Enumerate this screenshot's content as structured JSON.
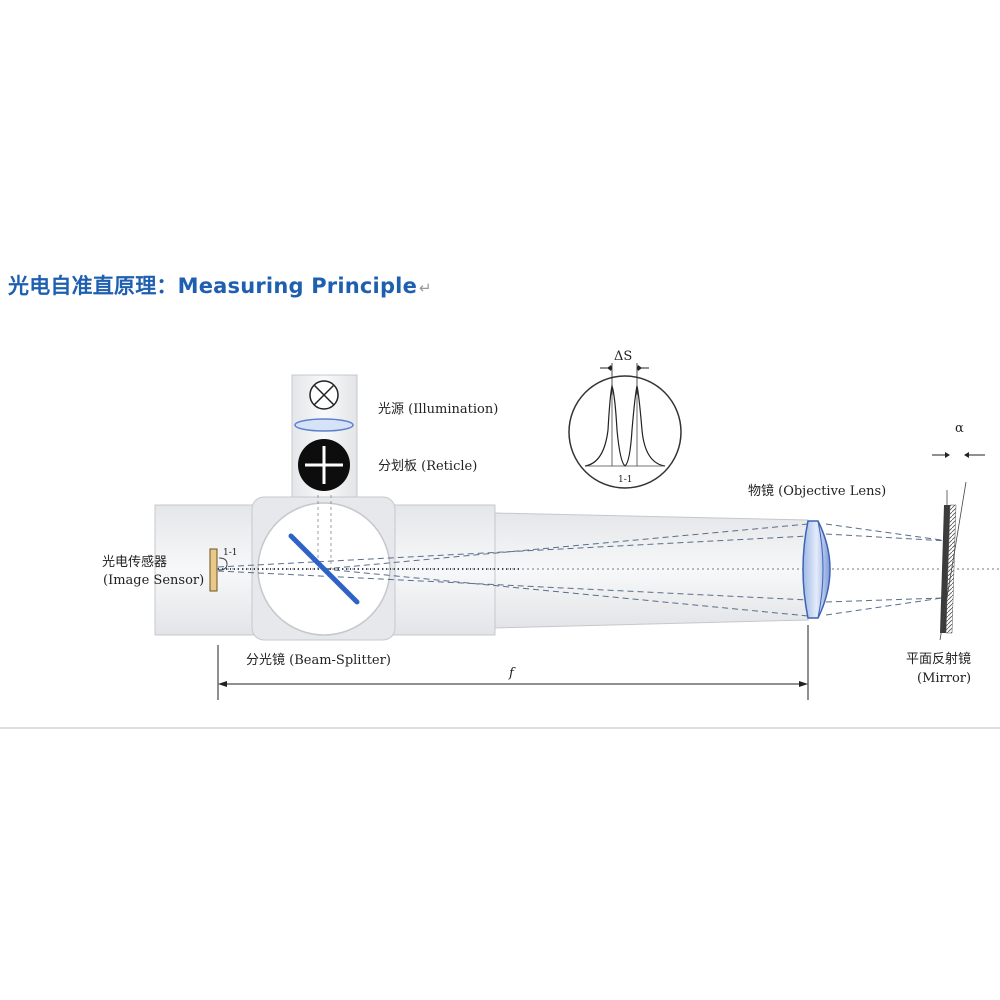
{
  "title": "光电自准直原理：Measuring Principle",
  "title_return_mark": "↵",
  "labels": {
    "illumination": "光源 (Illumination)",
    "reticle": "分划板 (Reticle)",
    "image_sensor_cn": "光电传感器",
    "image_sensor_en": "(Image Sensor)",
    "beam_splitter": "分光镜 (Beam-Splitter)",
    "objective_lens": "物镜 (Objective Lens)",
    "mirror_cn": "平面反射镜",
    "mirror_en": "(Mirror)",
    "focal_length": "f",
    "alpha": "α",
    "delta_s": "ΔS",
    "sensor_mark": "1-1",
    "inset_mark": "1-1"
  },
  "icons": [
    "lamp-cross-icon",
    "reticle-crosshair-icon"
  ],
  "colors": {
    "title": "#1f5fb0",
    "beam_splitter": "#2e62c8",
    "lens": "#5d82cc",
    "tube_fill": "#eef0f2",
    "tube_stroke": "#c5c8cc",
    "beam_dash": "#5a6e8c"
  }
}
